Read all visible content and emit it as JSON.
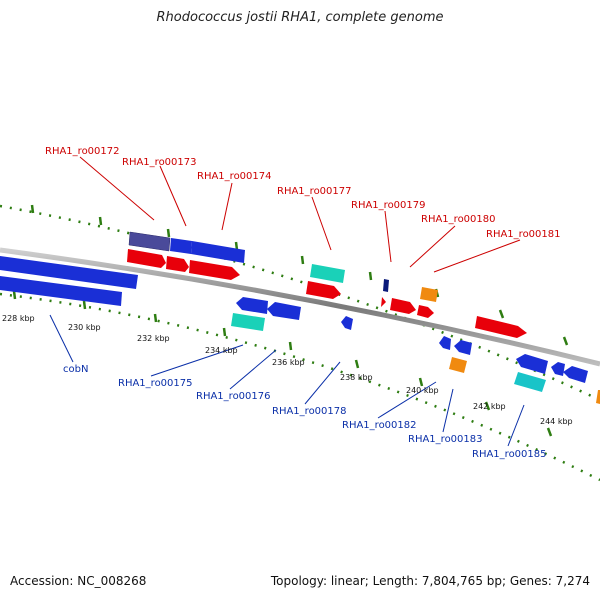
{
  "title": "Rhodococcus jostii RHA1, complete genome",
  "footer": {
    "accession": "Accession: NC_008268",
    "summary": "Topology: linear; Length: 7,804,765 bp; Genes: 7,274"
  },
  "ticks": [
    "228 kbp",
    "230 kbp",
    "232 kbp",
    "234 kbp",
    "236 kbp",
    "238 kbp",
    "240 kbp",
    "242 kbp",
    "244 kbp"
  ],
  "labels_top": [
    "RHA1_ro00172",
    "RHA1_ro00173",
    "RHA1_ro00174",
    "RHA1_ro00177",
    "RHA1_ro00179",
    "RHA1_ro00180",
    "RHA1_ro00181"
  ],
  "labels_bottom": [
    "cobN",
    "RHA1_ro00175",
    "RHA1_ro00176",
    "RHA1_ro00178",
    "RHA1_ro00182",
    "RHA1_ro00183",
    "RHA1_ro00185"
  ],
  "colors": {
    "label_top": "#cc0000",
    "label_bottom": "#0a2fa8",
    "gene_red": "#e8000a",
    "gene_blue": "#1a2fd6",
    "gene_teal": "#1ad1b8",
    "gene_cyan": "#19c4c8",
    "gene_orange": "#f08a10",
    "gene_purple": "#4a4a9a",
    "tick": "#2e7d12",
    "backbone": "#8a8a8a"
  }
}
